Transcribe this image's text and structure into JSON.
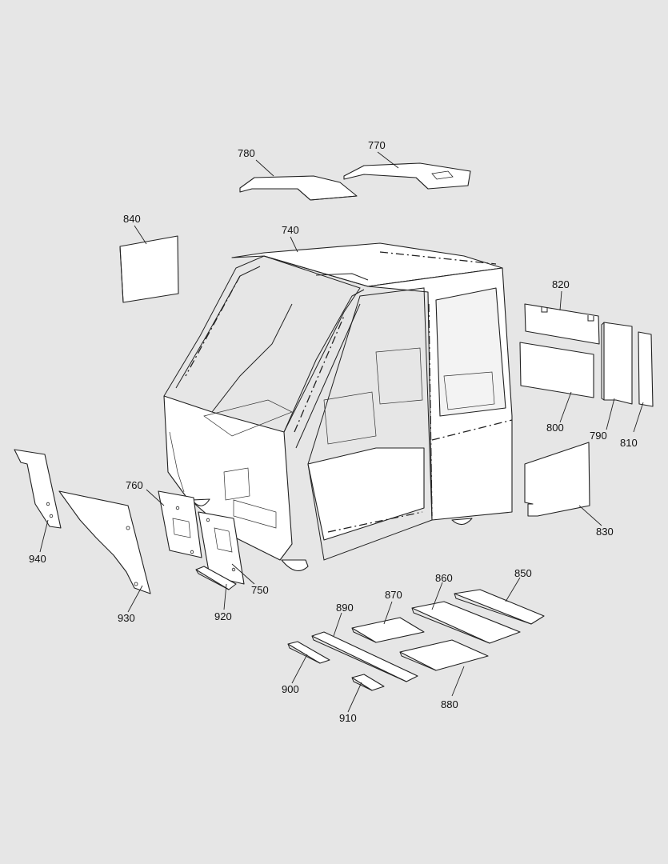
{
  "callouts": {
    "p740": "740",
    "p750": "750",
    "p760": "760",
    "p770": "770",
    "p780": "780",
    "p790": "790",
    "p800": "800",
    "p810": "810",
    "p820": "820",
    "p830": "830",
    "p840": "840",
    "p850": "850",
    "p860": "860",
    "p870": "870",
    "p880": "880",
    "p890": "890",
    "p900": "900",
    "p910": "910",
    "p920": "920",
    "p930": "930",
    "p940": "940"
  }
}
